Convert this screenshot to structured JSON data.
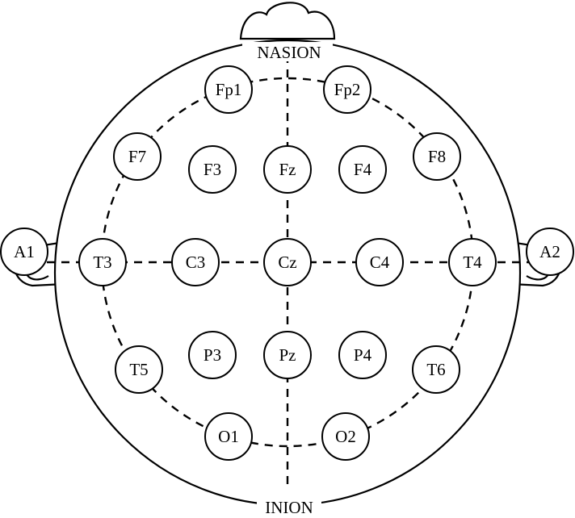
{
  "landmarks": {
    "nasion": "NASION",
    "inion": "INION"
  },
  "electrodes": [
    {
      "id": "fp1",
      "label": "Fp1"
    },
    {
      "id": "fp2",
      "label": "Fp2"
    },
    {
      "id": "f7",
      "label": "F7"
    },
    {
      "id": "f3",
      "label": "F3"
    },
    {
      "id": "fz",
      "label": "Fz"
    },
    {
      "id": "f4",
      "label": "F4"
    },
    {
      "id": "f8",
      "label": "F8"
    },
    {
      "id": "a1",
      "label": "A1"
    },
    {
      "id": "t3",
      "label": "T3"
    },
    {
      "id": "c3",
      "label": "C3"
    },
    {
      "id": "cz",
      "label": "Cz"
    },
    {
      "id": "c4",
      "label": "C4"
    },
    {
      "id": "t4",
      "label": "T4"
    },
    {
      "id": "a2",
      "label": "A2"
    },
    {
      "id": "t5",
      "label": "T5"
    },
    {
      "id": "p3",
      "label": "P3"
    },
    {
      "id": "pz",
      "label": "Pz"
    },
    {
      "id": "p4",
      "label": "P4"
    },
    {
      "id": "t6",
      "label": "T6"
    },
    {
      "id": "o1",
      "label": "O1"
    },
    {
      "id": "o2",
      "label": "O2"
    }
  ]
}
